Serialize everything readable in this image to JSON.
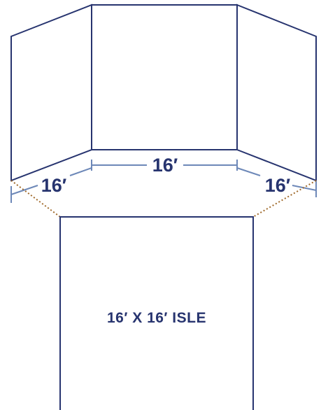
{
  "colors": {
    "outline": "#27346f",
    "dimension": "#6d88b8",
    "dotted_connector": "#a06a2b"
  },
  "dimensions": {
    "left": "16′",
    "center": "16′",
    "right": "16′"
  },
  "isle": {
    "label": "16′ X 16′ ISLE"
  }
}
